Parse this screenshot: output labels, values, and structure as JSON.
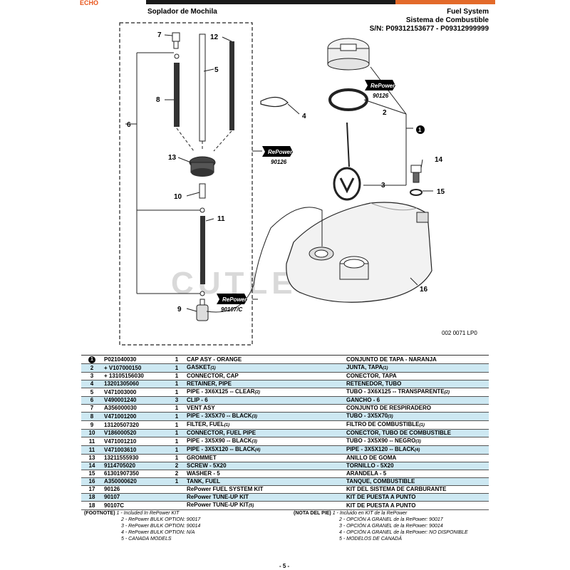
{
  "brand": "ECHO",
  "header": {
    "left": "Soplador de Mochila",
    "right_line1": "Fuel System",
    "right_line2": "Sistema de Combustible",
    "right_line3": "S/N: P09312153677 - P09312999999"
  },
  "diagram": {
    "callouts": [
      "7",
      "12",
      "5",
      "8",
      "6",
      "4",
      "2",
      "1",
      "13",
      "14",
      "15",
      "10",
      "3",
      "11",
      "16",
      "9"
    ],
    "repower_label": "RePower",
    "repower_codes": [
      "90126",
      "90126",
      "90107/C"
    ],
    "watermark": "CUTLERS",
    "figure_code": "002 0071 LP0"
  },
  "parts": [
    {
      "ref": "1",
      "pn": "P021040030",
      "qty": "1",
      "en": "CAP ASY - ORANGE",
      "es": "CONJUNTO DE TAPA - NARANJA",
      "hl": false,
      "badge": true
    },
    {
      "ref": "2",
      "pn": "+ V107000150",
      "qty": "1",
      "en": "GASKET",
      "en_sup": "(1)",
      "es": "JUNTA, TAPA",
      "es_sup": "(1)",
      "hl": true
    },
    {
      "ref": "3",
      "pn": "+ 13105156030",
      "qty": "1",
      "en": "CONNECTOR, CAP",
      "es": "CONECTOR, TAPA",
      "hl": false
    },
    {
      "ref": "4",
      "pn": "13201305060",
      "qty": "1",
      "en": "RETAINER, PIPE",
      "es": "RETENEDOR, TUBO",
      "hl": true
    },
    {
      "ref": "5",
      "pn": "V471003000",
      "qty": "1",
      "en": "PIPE - 3X6X125 -- CLEAR",
      "en_sup": "(2)",
      "es": "TUBO - 3X6X125 -- TRANSPARENTE",
      "es_sup": "(2)",
      "hl": false
    },
    {
      "ref": "6",
      "pn": "V490001240",
      "qty": "3",
      "en": "CLIP - 6",
      "es": "GANCHO - 6",
      "hl": true
    },
    {
      "ref": "7",
      "pn": "A356000030",
      "qty": "1",
      "en": "VENT ASY",
      "es": "CONJUNTO DE RESPIRADERO",
      "hl": false
    },
    {
      "ref": "8",
      "pn": "V471001200",
      "qty": "1",
      "en": "PIPE - 3X5X70 -- BLACK",
      "en_sup": "(3)",
      "es": "TUBO - 3X5X70",
      "es_sup": "(3)",
      "hl": true
    },
    {
      "ref": "9",
      "pn": "13120507320",
      "qty": "1",
      "en": "FILTER, FUEL",
      "en_sup": "(1)",
      "es": "FILTRO DE COMBUSTIBLE",
      "es_sup": "(1)",
      "hl": false
    },
    {
      "ref": "10",
      "pn": "V186000520",
      "qty": "1",
      "en": "CONNECTOR, FUEL PIPE",
      "es": "CONECTOR, TUBO DE COMBUSTIBLE",
      "hl": true
    },
    {
      "ref": "11",
      "pn": "V471001210",
      "qty": "1",
      "en": "PIPE - 3X5X90 -- BLACK",
      "en_sup": "(3)",
      "es": "TUBO - 3X5X90 -- NEGRO",
      "es_sup": "(3)",
      "hl": false
    },
    {
      "ref": "11",
      "pn": "V471003610",
      "qty": "1",
      "en": "PIPE - 3X5X120 -- BLACK",
      "en_sup": "(4)",
      "es": "PIPE - 3X5X120 -- BLACK",
      "es_sup": "(4)",
      "hl": true
    },
    {
      "ref": "13",
      "pn": "13211555930",
      "qty": "1",
      "en": "GROMMET",
      "es": "ANILLO DE GOMA",
      "hl": false
    },
    {
      "ref": "14",
      "pn": "9114705020",
      "qty": "2",
      "en": "SCREW - 5X20",
      "es": "TORNILLO - 5X20",
      "hl": true
    },
    {
      "ref": "15",
      "pn": "61301907350",
      "qty": "2",
      "en": "WASHER - 5",
      "es": "ARANDELA - 5",
      "hl": false
    },
    {
      "ref": "16",
      "pn": "A350000620",
      "qty": "1",
      "en": "TANK, FUEL",
      "es": "TANQUE, COMBUSTIBLE",
      "hl": true
    },
    {
      "ref": "17",
      "pn": "90126",
      "qty": "",
      "en": "RePower FUEL SYSTEM KIT",
      "es": "KIT DEL SISTEMA DE CARBURANTE",
      "hl": false
    },
    {
      "ref": "18",
      "pn": "90107",
      "qty": "",
      "en": "RePower TUNE-UP KIT",
      "es": "KIT DE PUESTA A PUNTO",
      "hl": true
    },
    {
      "ref": "18",
      "pn": "90107C",
      "qty": "",
      "en": "RePower TUNE-UP KIT",
      "en_sup": "(5)",
      "es": "KIT DE PUESTA A PUNTO",
      "hl": false
    }
  ],
  "footnotes": {
    "en_tag": "(FOOTNOTE)",
    "en": [
      "1 - Included In RePower KIT",
      "2 - RePower BULK OPTION: 90017",
      "3 - RePower BULK OPTION: 90014",
      "4 - RePower BULK OPTION: N/A",
      "5 - CANADA MODELS"
    ],
    "es_tag": "(NOTA DEL PIE)",
    "es": [
      "1 - Incluido en KIT de la RePower",
      "2 - OPCIÓN A GRANEL de la RePower: 90017",
      "3 - OPCIÓN A GRANEL de la RePower: 90014",
      "4 - OPCIÓN A GRANEL de la RePower: NO DISPONIBLE",
      "5 - MODELOS DE CANADÁ"
    ]
  },
  "page_number": "- 5 -"
}
